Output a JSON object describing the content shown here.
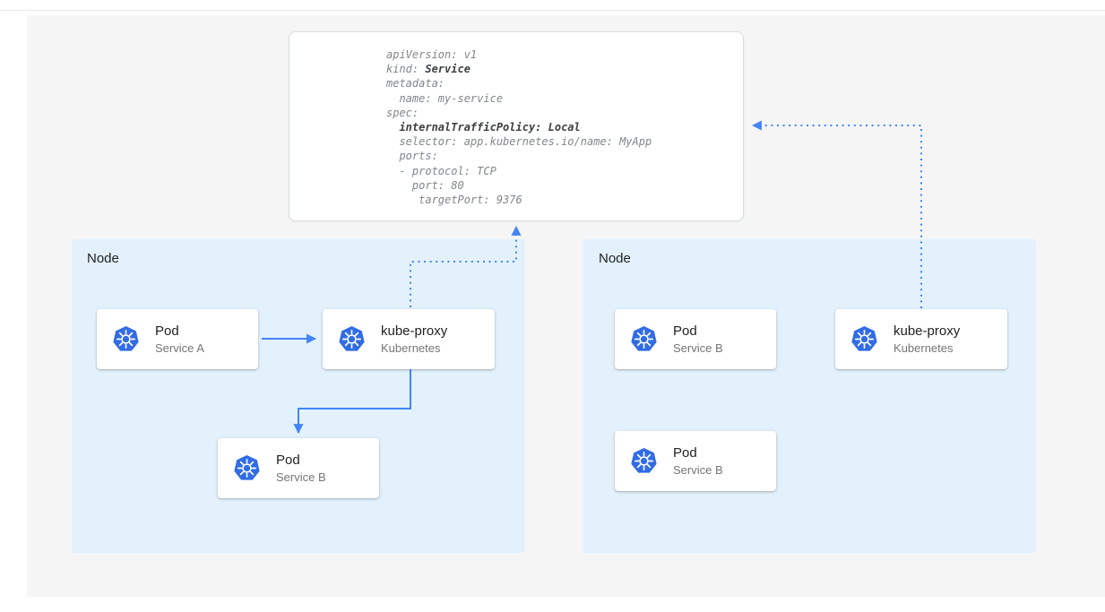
{
  "colors": {
    "arrow": "#4285f4",
    "node_bg": "#e3f1fc",
    "canvas_bg": "#f5f5f5",
    "kubernetes_blue": "#326ce5"
  },
  "yaml": {
    "lines": [
      {
        "pre": "apiVersion: v1"
      },
      {
        "pre": "kind: ",
        "bold": "Service"
      },
      {
        "pre": "metadata:"
      },
      {
        "pre": "  name: my-service"
      },
      {
        "pre": "spec:"
      },
      {
        "pre": "  ",
        "bold": "internalTrafficPolicy: Local"
      },
      {
        "pre": "  selector: app.kubernetes.io/name: MyApp"
      },
      {
        "pre": "  ports:"
      },
      {
        "pre": "  - protocol: TCP"
      },
      {
        "pre": "    port: 80"
      },
      {
        "pre": "     targetPort: 9376"
      }
    ]
  },
  "nodes": [
    {
      "label": "Node",
      "cards": [
        {
          "title": "Pod",
          "subtitle": "Service A",
          "icon": "kubernetes-icon"
        },
        {
          "title": "kube-proxy",
          "subtitle": "Kubernetes",
          "icon": "kubernetes-icon"
        },
        {
          "title": "Pod",
          "subtitle": "Service B",
          "icon": "kubernetes-icon"
        }
      ]
    },
    {
      "label": "Node",
      "cards": [
        {
          "title": "Pod",
          "subtitle": "Service B",
          "icon": "kubernetes-icon"
        },
        {
          "title": "kube-proxy",
          "subtitle": "Kubernetes",
          "icon": "kubernetes-icon"
        },
        {
          "title": "Pod",
          "subtitle": "Service B",
          "icon": "kubernetes-icon"
        }
      ]
    }
  ],
  "arrows": [
    {
      "from": "pod-service-a",
      "to": "kube-proxy-left",
      "style": "solid"
    },
    {
      "from": "kube-proxy-left",
      "to": "pod-service-b-left",
      "style": "solid"
    },
    {
      "from": "kube-proxy-left",
      "to": "service-yaml",
      "style": "dotted"
    },
    {
      "from": "kube-proxy-right",
      "to": "service-yaml",
      "style": "dotted"
    }
  ]
}
